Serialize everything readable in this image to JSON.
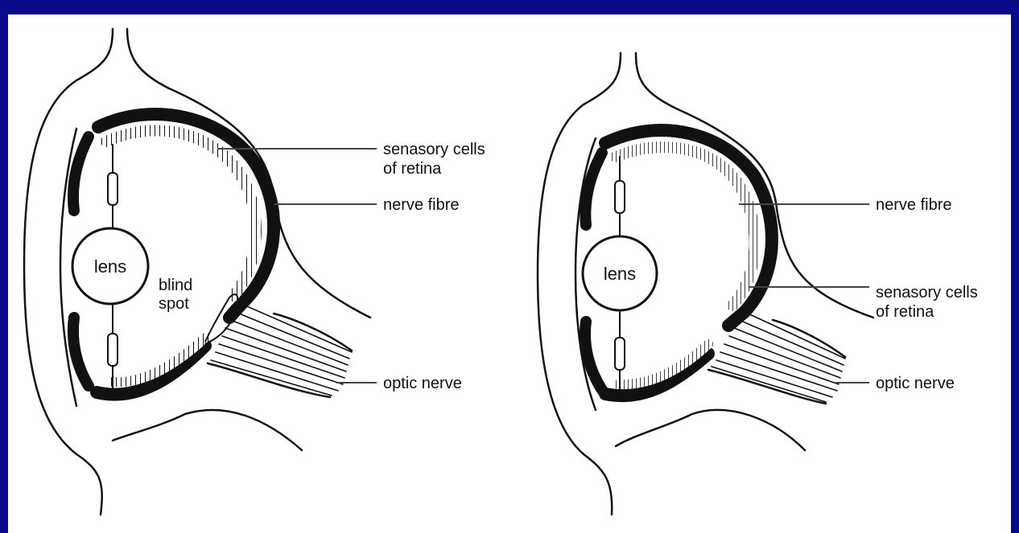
{
  "diagrams": [
    {
      "id": "left-eye",
      "lens_label": "lens",
      "labels": {
        "blind_spot": [
          "blind",
          "spot"
        ],
        "sensory_cells": [
          "senasory cells",
          "of retina"
        ],
        "nerve_fibre": "nerve fibre",
        "optic_nerve": "optic nerve"
      }
    },
    {
      "id": "right-eye",
      "lens_label": "lens",
      "labels": {
        "nerve_fibre": "nerve fibre",
        "sensory_cells": [
          "senasory cells",
          "of retina"
        ],
        "optic_nerve": "optic nerve"
      }
    }
  ],
  "colors": {
    "background": "#0a0a8a",
    "panel": "#ffffff",
    "ink": "#111111"
  }
}
